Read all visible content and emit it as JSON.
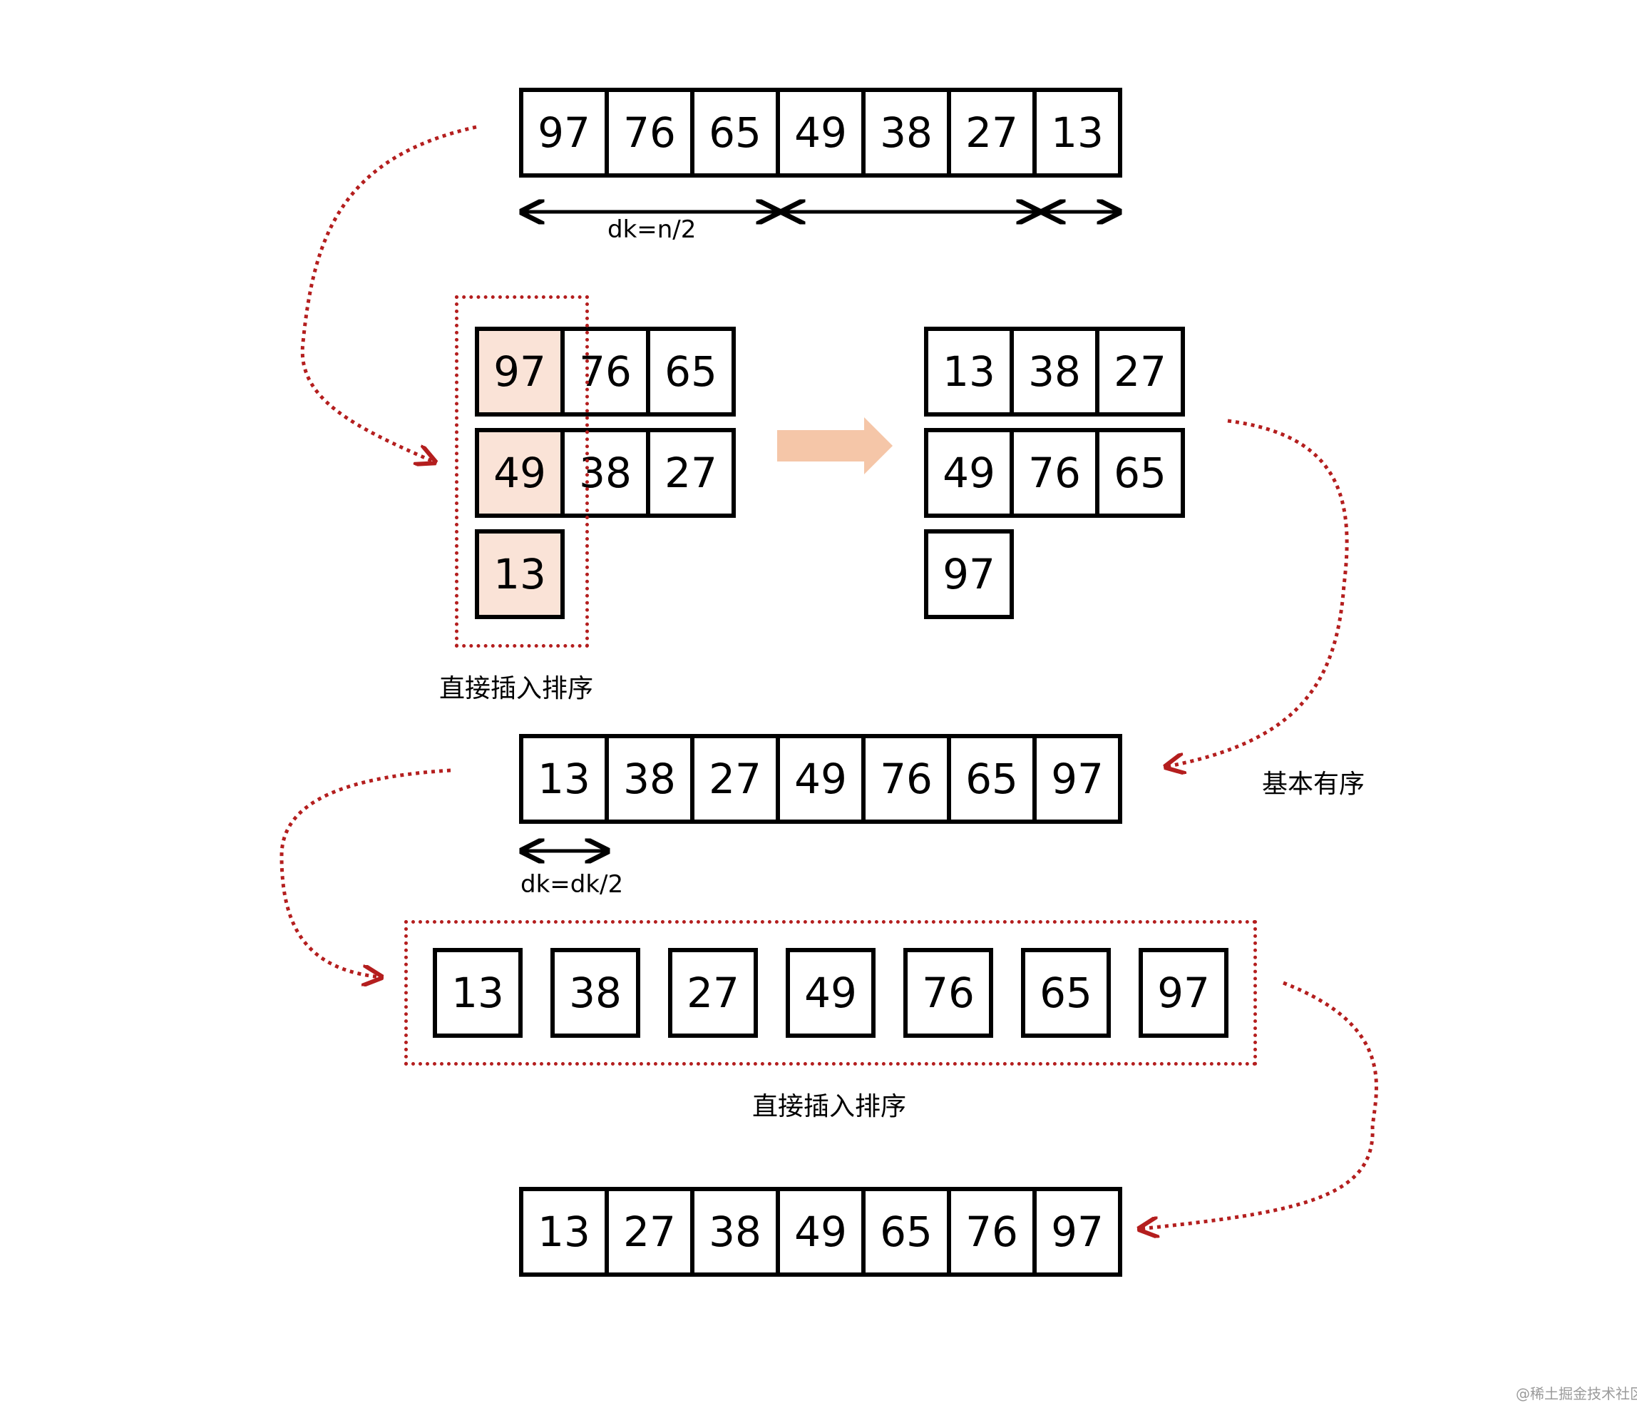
{
  "rows": {
    "initial": [
      "97",
      "76",
      "65",
      "49",
      "38",
      "27",
      "13"
    ],
    "groups_left": [
      [
        "97",
        "76",
        "65"
      ],
      [
        "49",
        "38",
        "27"
      ],
      [
        "13"
      ]
    ],
    "groups_right": [
      [
        "13",
        "38",
        "27"
      ],
      [
        "49",
        "76",
        "65"
      ],
      [
        "97"
      ]
    ],
    "after_pass1": [
      "13",
      "38",
      "27",
      "49",
      "76",
      "65",
      "97"
    ],
    "separated": [
      "13",
      "38",
      "27",
      "49",
      "76",
      "65",
      "97"
    ],
    "final": [
      "13",
      "27",
      "38",
      "49",
      "65",
      "76",
      "97"
    ]
  },
  "labels": {
    "gap1": "dk=n/2",
    "gap2": "dk=dk/2",
    "insertion_sort_1": "直接插入排序",
    "insertion_sort_2": "直接插入排序",
    "basically_ordered": "基本有序"
  },
  "watermark": "@稀土掘金技术社区",
  "colors": {
    "cell_border": "#000000",
    "highlight": "#fae3d7",
    "dotted_red": "#b41e1e",
    "block_arrow": "#f5c6a8"
  }
}
